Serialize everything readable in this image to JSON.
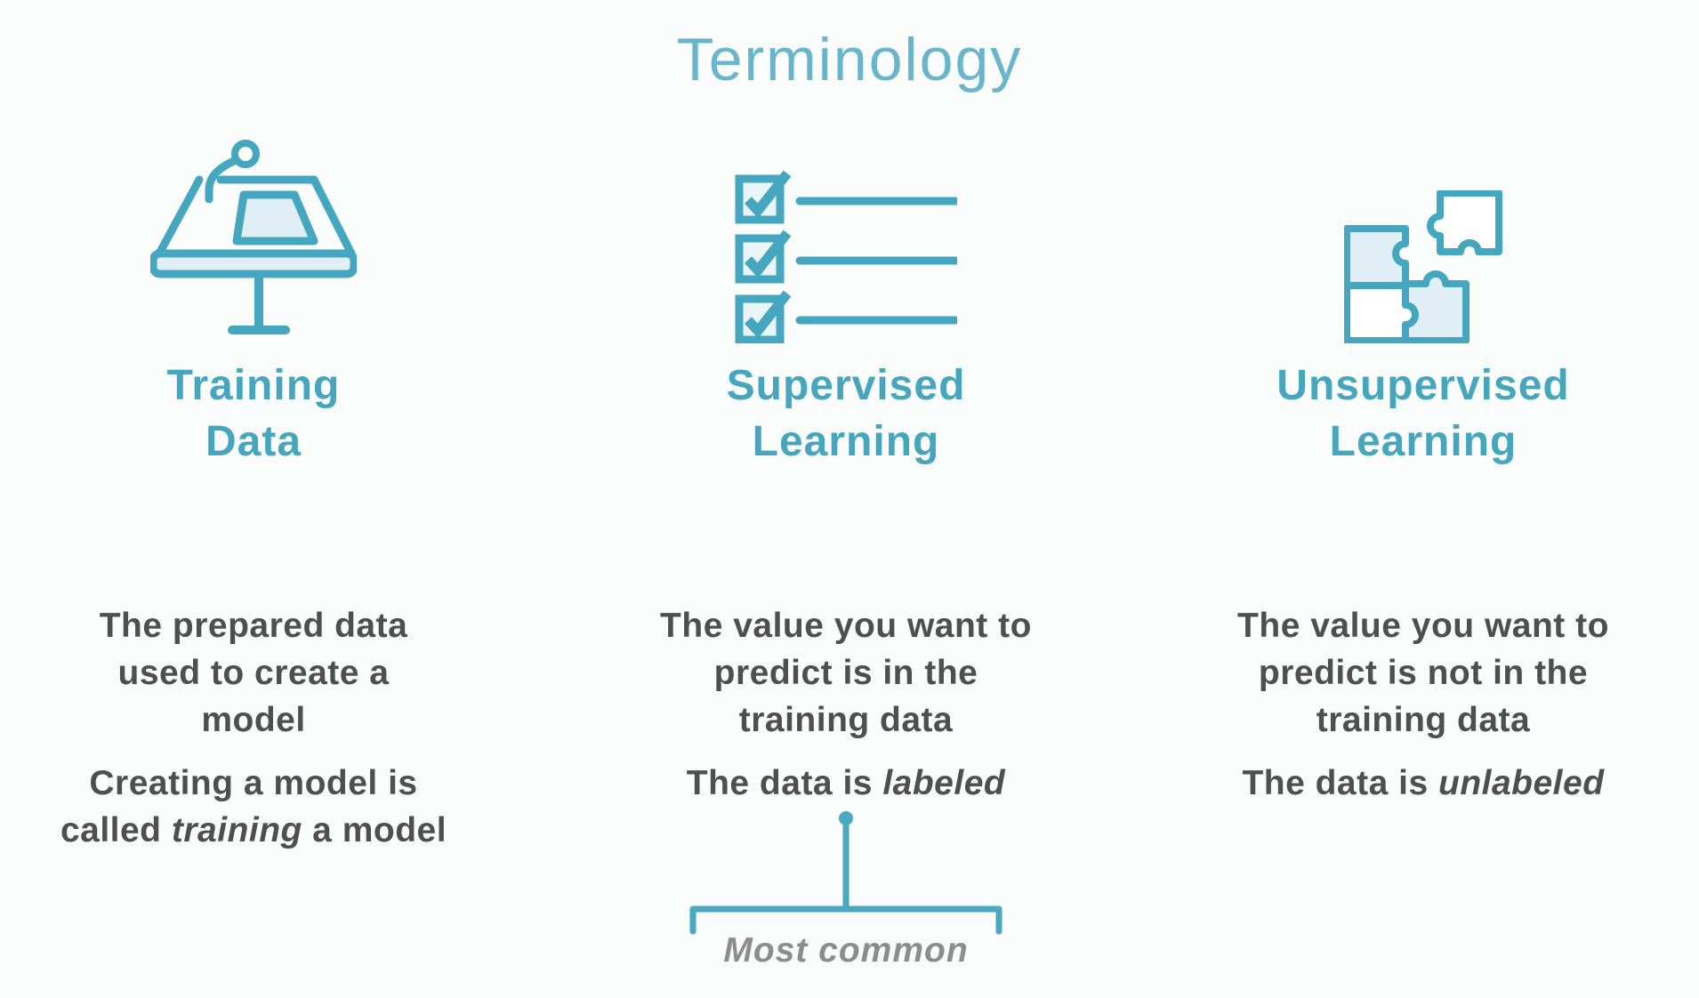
{
  "slide": {
    "title": "Terminology",
    "colors": {
      "title_teal": "#68b5cc",
      "heading_teal": "#46a6be",
      "icon_stroke_teal": "#44a7bf",
      "icon_light_fill": "#e0eff6",
      "body_gray": "#4f4f4f",
      "annotation_gray": "#8d8d8d",
      "background": "#fbfcfc"
    },
    "columns": [
      {
        "id": "training-data",
        "icon": "podium-icon",
        "heading_lines": [
          "Training",
          "Data"
        ],
        "paragraphs": [
          {
            "lines": [
              [
                {
                  "t": "The prepared data"
                }
              ],
              [
                {
                  "t": "used to create a"
                }
              ],
              [
                {
                  "t": "model"
                }
              ]
            ]
          },
          {
            "lines": [
              [
                {
                  "t": "Creating a model is"
                }
              ],
              [
                {
                  "t": "called "
                },
                {
                  "t": "training",
                  "i": true
                },
                {
                  "t": " a model"
                }
              ]
            ]
          }
        ]
      },
      {
        "id": "supervised-learning",
        "icon": "checklist-icon",
        "heading_lines": [
          "Supervised",
          "Learning"
        ],
        "paragraphs": [
          {
            "lines": [
              [
                {
                  "t": "The value you want to"
                }
              ],
              [
                {
                  "t": "predict is in the"
                }
              ],
              [
                {
                  "t": "training data"
                }
              ]
            ]
          },
          {
            "lines": [
              [
                {
                  "t": "The data is "
                },
                {
                  "t": "labeled",
                  "i": true
                }
              ]
            ]
          }
        ],
        "annotation_label": "Most common"
      },
      {
        "id": "unsupervised-learning",
        "icon": "puzzle-icon",
        "heading_lines": [
          "Unsupervised",
          "Learning"
        ],
        "paragraphs": [
          {
            "lines": [
              [
                {
                  "t": "The value you want to"
                }
              ],
              [
                {
                  "t": "predict is not in the"
                }
              ],
              [
                {
                  "t": "training data"
                }
              ]
            ]
          },
          {
            "lines": [
              [
                {
                  "t": "The data is "
                },
                {
                  "t": "unlabeled",
                  "i": true
                }
              ]
            ]
          }
        ]
      }
    ]
  }
}
